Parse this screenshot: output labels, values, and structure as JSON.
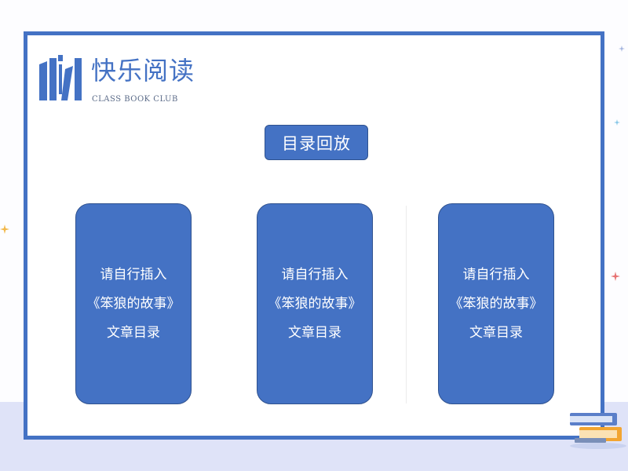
{
  "brand": {
    "title": "快乐阅读",
    "subtitle": "CLASS BOOK CLUB"
  },
  "toc_button": {
    "label": "目录回放"
  },
  "cards": [
    {
      "line1": "请自行插入",
      "line2": "《笨狼的故事》",
      "line3": "文章目录"
    },
    {
      "line1": "请自行插入",
      "line2": "《笨狼的故事》",
      "line3": "文章目录"
    },
    {
      "line1": "请自行插入",
      "line2": "《笨狼的故事》",
      "line3": "文章目录"
    }
  ],
  "colors": {
    "accent": "#4472c4",
    "border_dark": "#2f528f",
    "bottom_band": "#dfe3f8"
  },
  "icons": {
    "logo": "books-logo-icon",
    "decoration": "stacked-books-icon",
    "sparkles": "sparkle-icon"
  }
}
